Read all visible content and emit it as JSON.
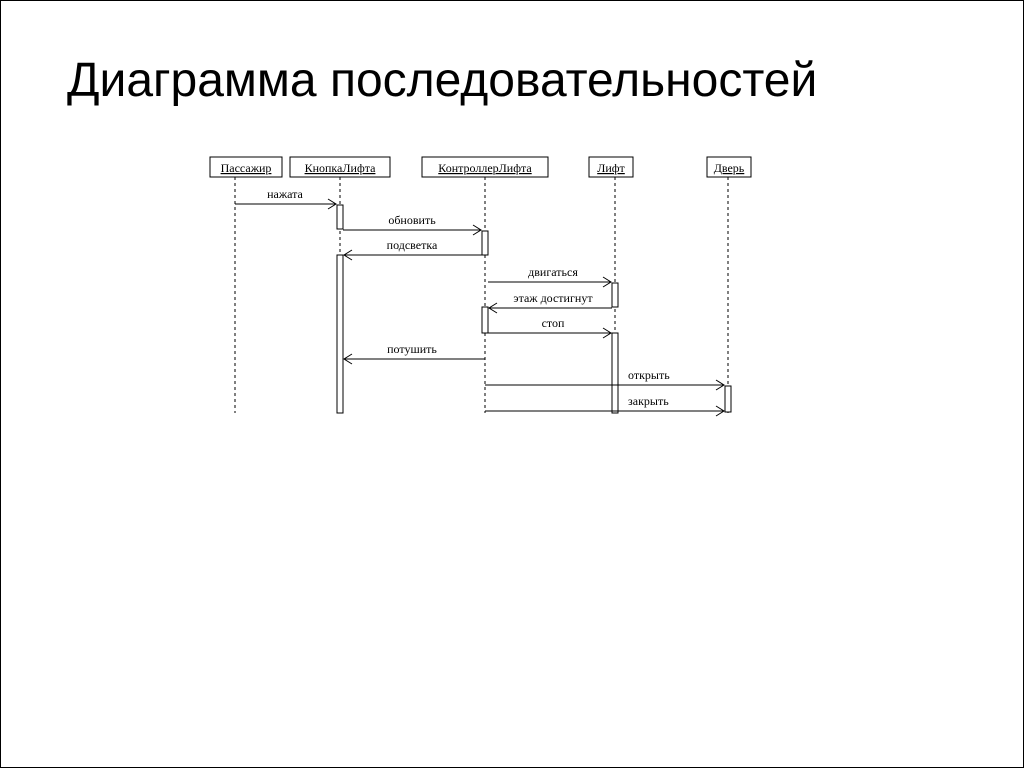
{
  "slide": {
    "title": "Диаграмма последовательностей"
  },
  "diagram": {
    "participants": [
      {
        "id": "passenger",
        "label": "Пассажир"
      },
      {
        "id": "button",
        "label": "КнопкаЛифта"
      },
      {
        "id": "controller",
        "label": "КонтроллерЛифта"
      },
      {
        "id": "lift",
        "label": "Лифт"
      },
      {
        "id": "door",
        "label": "Дверь"
      }
    ],
    "messages": [
      {
        "from": "passenger",
        "to": "button",
        "label": "нажата"
      },
      {
        "from": "button",
        "to": "controller",
        "label": "обновить"
      },
      {
        "from": "controller",
        "to": "button",
        "label": "подсветка"
      },
      {
        "from": "controller",
        "to": "lift",
        "label": "двигаться"
      },
      {
        "from": "lift",
        "to": "controller",
        "label": "этаж достигнут"
      },
      {
        "from": "controller",
        "to": "lift",
        "label": "стоп"
      },
      {
        "from": "controller",
        "to": "button",
        "label": "потушить"
      },
      {
        "from": "controller",
        "to": "door",
        "label": "открыть"
      },
      {
        "from": "controller",
        "to": "door",
        "label": "закрыть"
      }
    ]
  }
}
